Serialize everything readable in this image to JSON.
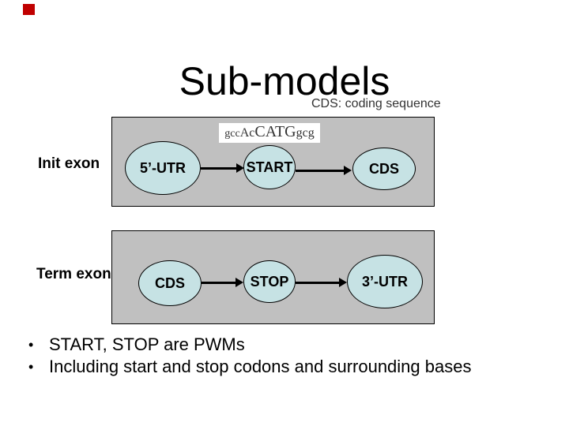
{
  "slide": {
    "title": "Sub-models",
    "annotation": "CDS: coding sequence"
  },
  "sequence_logo": {
    "parts": [
      {
        "text": "gcc"
      },
      {
        "text": "Ac"
      },
      {
        "text": "CATG"
      },
      {
        "text": "gcg"
      }
    ]
  },
  "diagrams": [
    {
      "label": "Init exon",
      "nodes": [
        "5’-UTR",
        "START",
        "CDS"
      ]
    },
    {
      "label": "Term exon",
      "nodes": [
        "CDS",
        "STOP",
        "3’-UTR"
      ]
    }
  ],
  "bullets": [
    "START, STOP are PWMs",
    "Including start and stop codons and surrounding bases"
  ],
  "colors": {
    "panel_gray": "#c0c0c0",
    "node_fill": "#c6e2e4",
    "accent_red": "#c00000",
    "text": "#000000"
  }
}
